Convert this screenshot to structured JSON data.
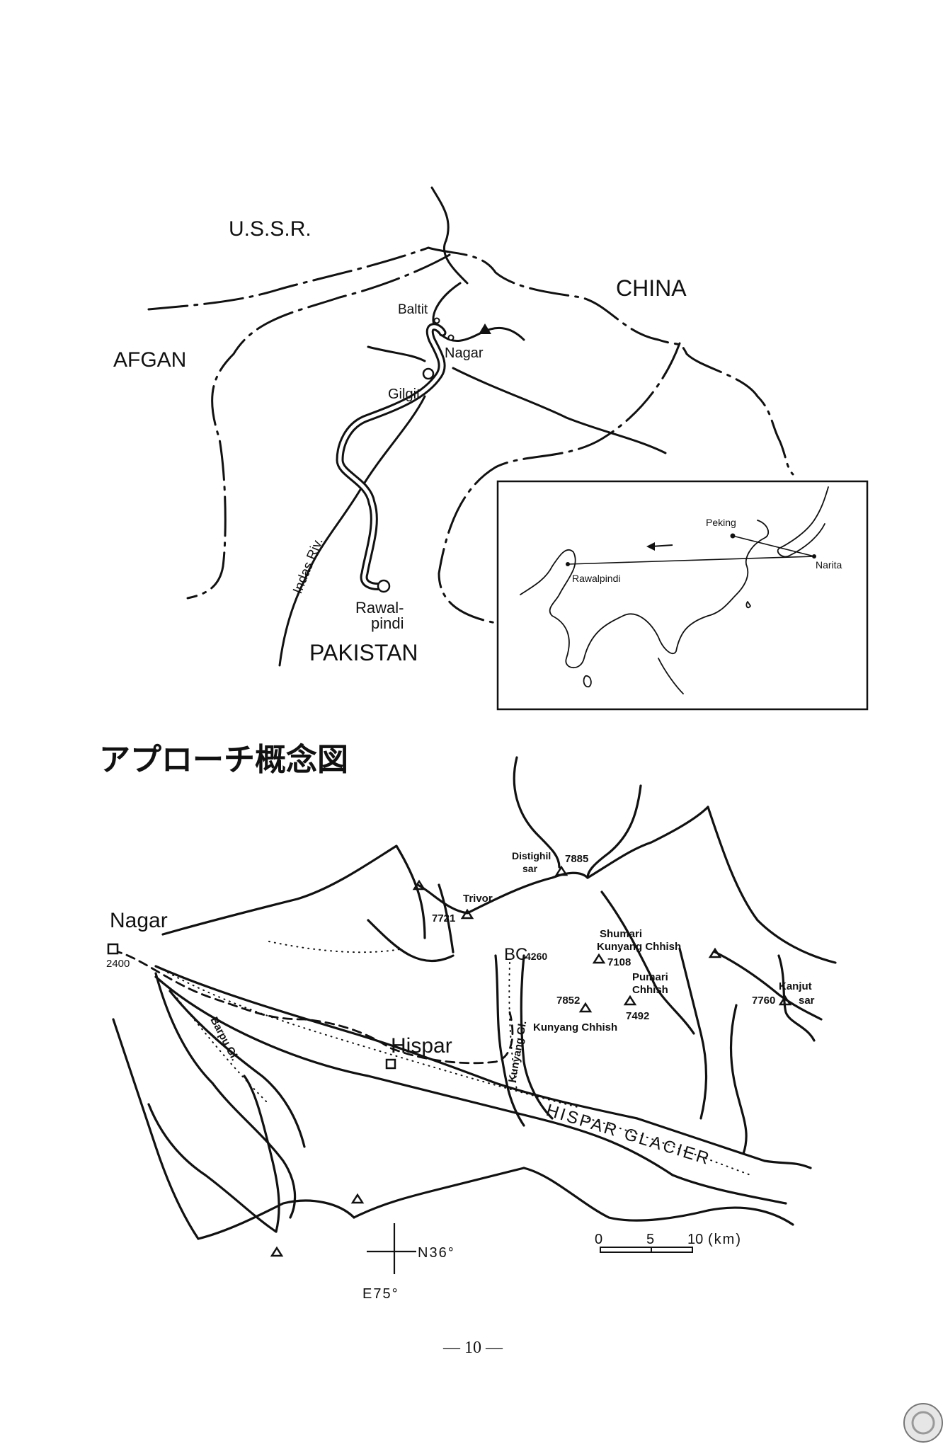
{
  "overview_map": {
    "countries": {
      "ussr": "U.S.S.R.",
      "china": "CHINA",
      "afgan": "AFGAN",
      "pakistan": "PAKISTAN"
    },
    "places": {
      "baltit": "Baltit",
      "nagar": "Nagar",
      "gilgit": "Gilgit",
      "rawal": "Rawal-",
      "pindi": "pindi"
    },
    "river": "Indas Riv."
  },
  "inset_map": {
    "peking": "Peking",
    "rawalpindi": "Rawalpindi",
    "narita": "Narita"
  },
  "title": "アプローチ概念図",
  "detail_map": {
    "nagar": "Nagar",
    "nagar_elev": "2400",
    "hispar": "Hispar",
    "distighil_1": "Distighil",
    "distighil_2": "sar",
    "distighil_elev": "7885",
    "trivor": "Trivor",
    "trivor_elev": "7721",
    "bc": "BC",
    "bc_elev": "4260",
    "shumari": "Shumari",
    "kunyang_chhish_n": "Kunyang Chhish",
    "kunyang_elev_n": "7108",
    "pumari_1": "Pumari",
    "pumari_2": "Chhish",
    "pumari_elev": "7492",
    "kunyang_elev_s": "7852",
    "kunyang_chhish_s": "Kunyang Chhish",
    "kanjut_1": "Kanjut",
    "kanjut_2": "sar",
    "kanjut_elev": "7760",
    "barpu_gl": "Barpu Gl.",
    "kunyang_gl": "Kunyang Gl.",
    "hispar_glacier": "HISPAR GLACIER",
    "north": "N36°",
    "east": "E75°",
    "scale_0": "0",
    "scale_5": "5",
    "scale_10": "10",
    "scale_unit": "(km)"
  },
  "page_number": "— 10 —"
}
